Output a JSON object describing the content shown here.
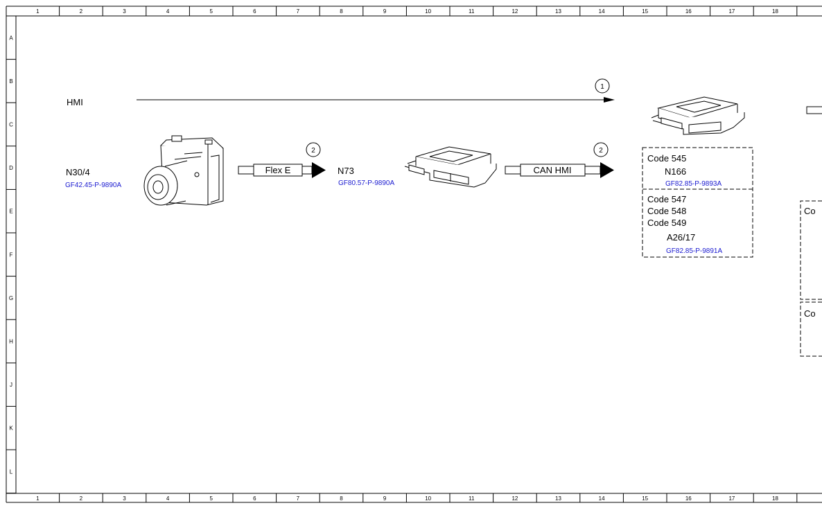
{
  "ruler": {
    "columns": [
      "1",
      "2",
      "3",
      "4",
      "5",
      "6",
      "7",
      "8",
      "9",
      "10",
      "11",
      "12",
      "13",
      "14",
      "15",
      "16",
      "17",
      "18"
    ],
    "rows": [
      "A",
      "B",
      "C",
      "D",
      "E",
      "F",
      "G",
      "H",
      "J",
      "K",
      "L"
    ]
  },
  "hmi": {
    "label": "HMI",
    "marker": "1"
  },
  "n30": {
    "label": "N30/4",
    "ref": "GF42.45-P-9890A"
  },
  "flex": {
    "label": "Flex E",
    "marker": "2"
  },
  "n73": {
    "label": "N73",
    "ref": "GF80.57-P-9890A"
  },
  "can": {
    "label": "CAN HMI",
    "marker": "2"
  },
  "group1": {
    "code": "Code 545",
    "label": "N166",
    "ref": "GF82.85-P-9893A"
  },
  "group2": {
    "codes": [
      "Code 547",
      "Code 548",
      "Code 549"
    ],
    "label": "A26/17",
    "ref": "GF82.85-P-9891A"
  },
  "right_partial": {
    "box1_text": "Co",
    "box2_text": "Co"
  },
  "colors": {
    "reference_link": "#1a1ad0",
    "line": "#000000",
    "background": "#ffffff"
  }
}
